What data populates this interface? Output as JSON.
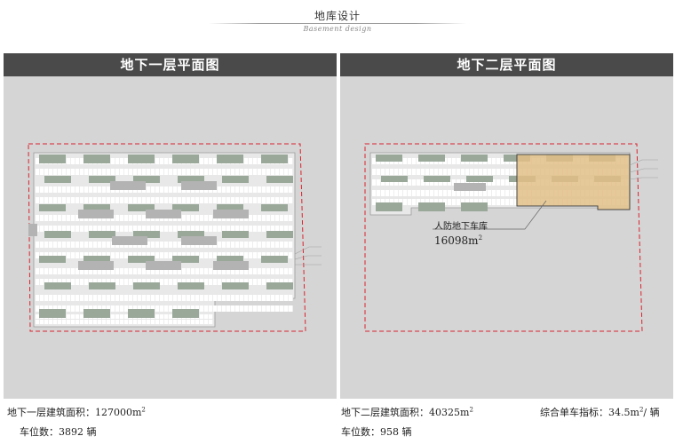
{
  "header": {
    "title": "地库设计",
    "subtitle": "Basement design"
  },
  "left_panel": {
    "title": "地下一层平面图",
    "area_label": "地下一层建筑面积：",
    "area_value": "127000m",
    "area_unit_sup": "2",
    "spaces_label": "车位数：3892 辆"
  },
  "right_panel": {
    "title": "地下二层平面图",
    "area_label": "地下二层建筑面积：",
    "area_value": "40325m",
    "area_unit_sup": "2",
    "spaces_label": "车位数：958 辆",
    "index_label": "综合单车指标：34.5m",
    "index_sup": "2",
    "index_suffix": "/ 辆",
    "civil_defense": {
      "label": "人防地下车库",
      "area_value": "16098m",
      "area_sup": "2"
    }
  },
  "colors": {
    "panel_bg": "#d5d5d5",
    "header_bg": "#4a4a4a",
    "boundary_red": "#d9232e",
    "parking_fill": "#ffffff",
    "landscape_green": "#9aa89a",
    "civil_defense_fill": "#e2bf86"
  }
}
